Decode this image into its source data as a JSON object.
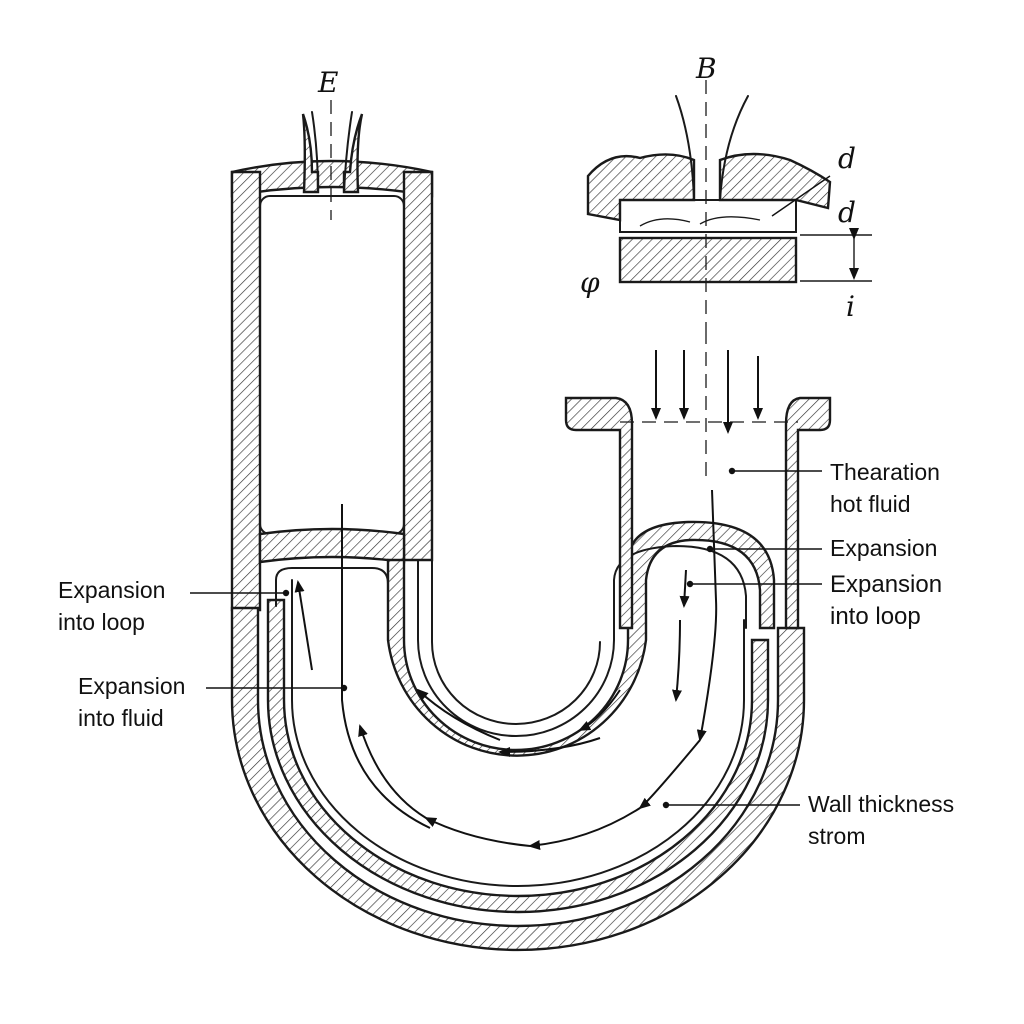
{
  "symbols": {
    "E": "E",
    "B": "B",
    "d_upper": "d",
    "d_lower": "d",
    "phi": "φ",
    "i": "i"
  },
  "labels": {
    "thearation_line1": "Thearation",
    "thearation_line2": "hot fluid",
    "expansion": "Expansion",
    "expansion_into_loop_right_line1": "Expansion",
    "expansion_into_loop_right_line2": "into loop",
    "expansion_into_loop_left_line1": "Expansion",
    "expansion_into_loop_left_line2": "into loop",
    "expansion_into_fluid_line1": "Expansion",
    "expansion_into_fluid_line2": "into fluid",
    "wall_thickness_line1": "Wall thickness",
    "wall_thickness_line2": "strom"
  }
}
